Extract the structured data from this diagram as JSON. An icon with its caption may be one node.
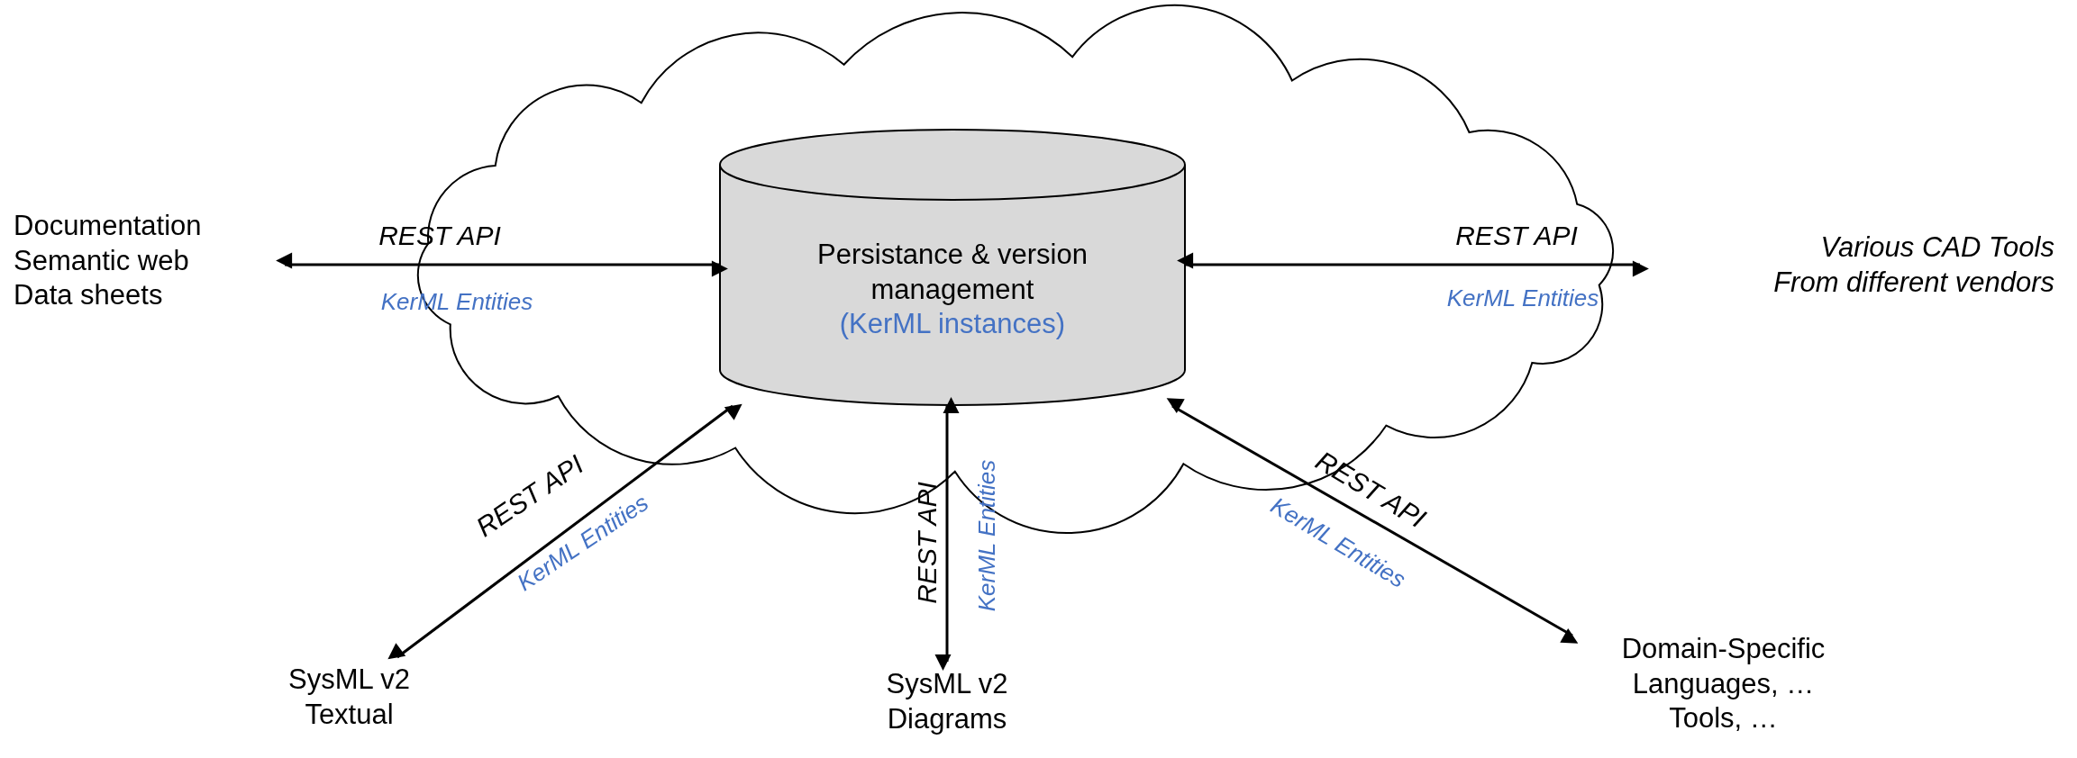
{
  "diagram": {
    "nodes": [
      {
        "text": [],
        "shape": "cloud"
      },
      {
        "text": [
          "Persistance & version management",
          "(KerML instances)"
        ],
        "in": 0
      },
      {
        "text": [
          "Documentation",
          "Semantic web",
          "Data sheets"
        ]
      },
      {
        "text": [
          "Various CAD Tools",
          "From different vendors"
        ]
      },
      {
        "text": [
          "SysML v2 Textual"
        ]
      },
      {
        "text": [
          "SysML v2 Diagrams"
        ]
      },
      {
        "text": [
          "Domain-Specific Languages, …",
          "Tools, …"
        ]
      }
    ],
    "edges": [
      {
        "from": 1,
        "to": 2,
        "arrow": "both",
        "label": "REST API"
      },
      {
        "from": 1,
        "to": 3,
        "arrow": "both",
        "label": "REST API"
      },
      {
        "from": 1,
        "to": 4,
        "arrow": "both",
        "label": "REST API"
      },
      {
        "from": 1,
        "to": 5,
        "arrow": "both",
        "label": "REST API"
      },
      {
        "from": 1,
        "to": 6,
        "arrow": "both",
        "label": "REST API"
      }
    ],
    "labels": [
      "KerML Entities",
      "KerML Entities",
      "KerML Entities",
      "KerML Entities",
      "KerML Entities"
    ]
  }
}
